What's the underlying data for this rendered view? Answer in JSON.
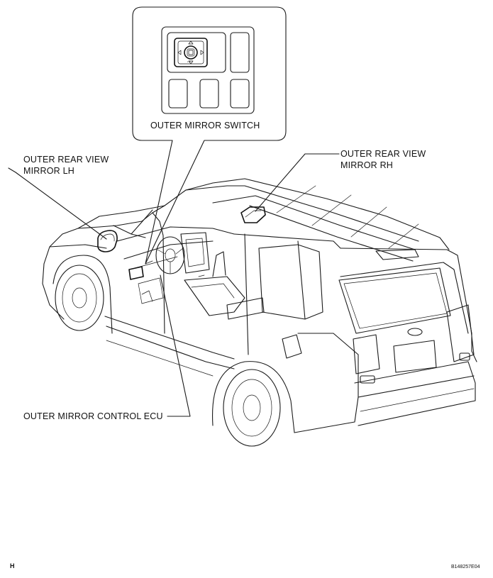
{
  "labels": {
    "switch": "OUTER MIRROR SWITCH",
    "lh_line1": "OUTER REAR VIEW",
    "lh_line2": "MIRROR LH",
    "rh_line1": "OUTER REAR VIEW",
    "rh_line2": "MIRROR RH",
    "ecu": "OUTER MIRROR CONTROL ECU"
  },
  "footer": {
    "section_letter": "H",
    "figure_code": "B148257E04"
  }
}
